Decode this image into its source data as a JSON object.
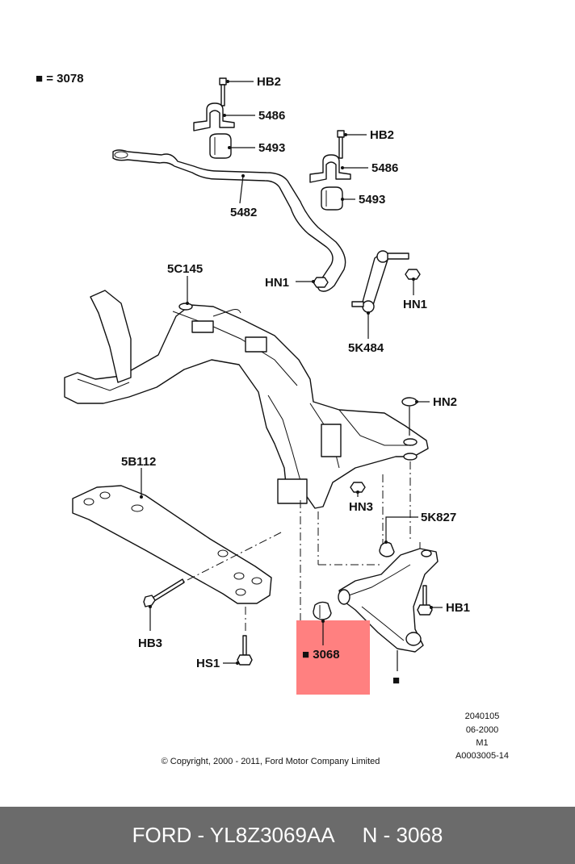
{
  "legend": {
    "marker": "■",
    "text": "= 3078"
  },
  "callouts": {
    "hb2_left": "HB2",
    "p5486_left": "5486",
    "p5493_left": "5493",
    "hb2_right": "HB2",
    "p5486_right": "5486",
    "p5493_right": "5493",
    "p5482": "5482",
    "p5c145": "5C145",
    "hn1_left": "HN1",
    "hn1_right": "HN1",
    "p5k484": "5K484",
    "hn2": "HN2",
    "p5b112": "5B112",
    "hn3": "HN3",
    "p5k827": "5K827",
    "hb1": "HB1",
    "hb3": "HB3",
    "hs1": "HS1",
    "p3068": "3068",
    "square_marker": "■"
  },
  "highlight": {
    "marker": "■",
    "label": "3068",
    "color": "#ff8080"
  },
  "drawing_info": {
    "line1": "2040105",
    "line2": "06-2000",
    "line3": "M1",
    "line4": "A0003005-14"
  },
  "copyright": "© Copyright, 2000 - 2011, Ford Motor Company Limited",
  "footer": {
    "brand_part": "FORD - YL8Z3069AA",
    "ref": "N - 3068",
    "bg_color": "#6b6b6b"
  }
}
